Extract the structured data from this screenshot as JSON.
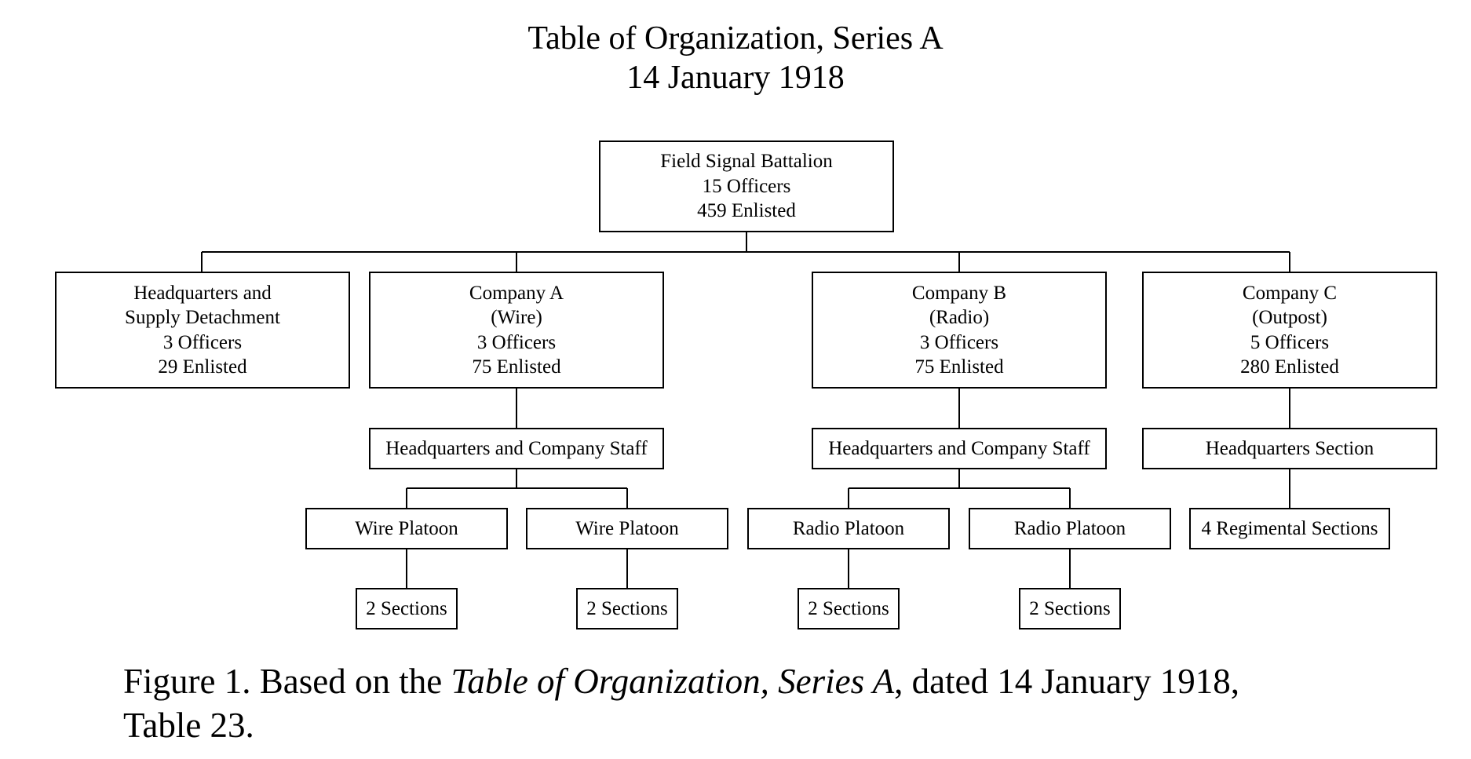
{
  "header": {
    "title": "Table of Organization, Series A",
    "date": "14 January 1918"
  },
  "nodes": {
    "battalion": {
      "name": "Field Signal Battalion",
      "officers": "15 Officers",
      "enlisted": "459 Enlisted"
    },
    "hq_supply": {
      "line1": "Headquarters and",
      "line2": "Supply Detachment",
      "officers": "3 Officers",
      "enlisted": "29 Enlisted"
    },
    "company_a": {
      "name": "Company A",
      "type": "(Wire)",
      "officers": "3 Officers",
      "enlisted": "75 Enlisted"
    },
    "company_b": {
      "name": "Company B",
      "type": "(Radio)",
      "officers": "3 Officers",
      "enlisted": "75 Enlisted"
    },
    "company_c": {
      "name": "Company C",
      "type": "(Outpost)",
      "officers": "5 Officers",
      "enlisted": "280 Enlisted"
    },
    "a_hq_staff": "Headquarters and Company Staff",
    "b_hq_staff": "Headquarters and Company Staff",
    "c_hq_section": "Headquarters Section",
    "a_platoon_1": "Wire Platoon",
    "a_platoon_2": "Wire Platoon",
    "b_platoon_1": "Radio Platoon",
    "b_platoon_2": "Radio Platoon",
    "c_regimental": "4 Regimental Sections",
    "a_sections_1": "2 Sections",
    "a_sections_2": "2 Sections",
    "b_sections_1": "2 Sections",
    "b_sections_2": "2 Sections"
  },
  "caption": {
    "prefix": "Figure 1.  Based on the ",
    "italic": "Table of Organization, Series A",
    "suffix": ", dated 14 January 1918,",
    "line2": "Table 23."
  }
}
